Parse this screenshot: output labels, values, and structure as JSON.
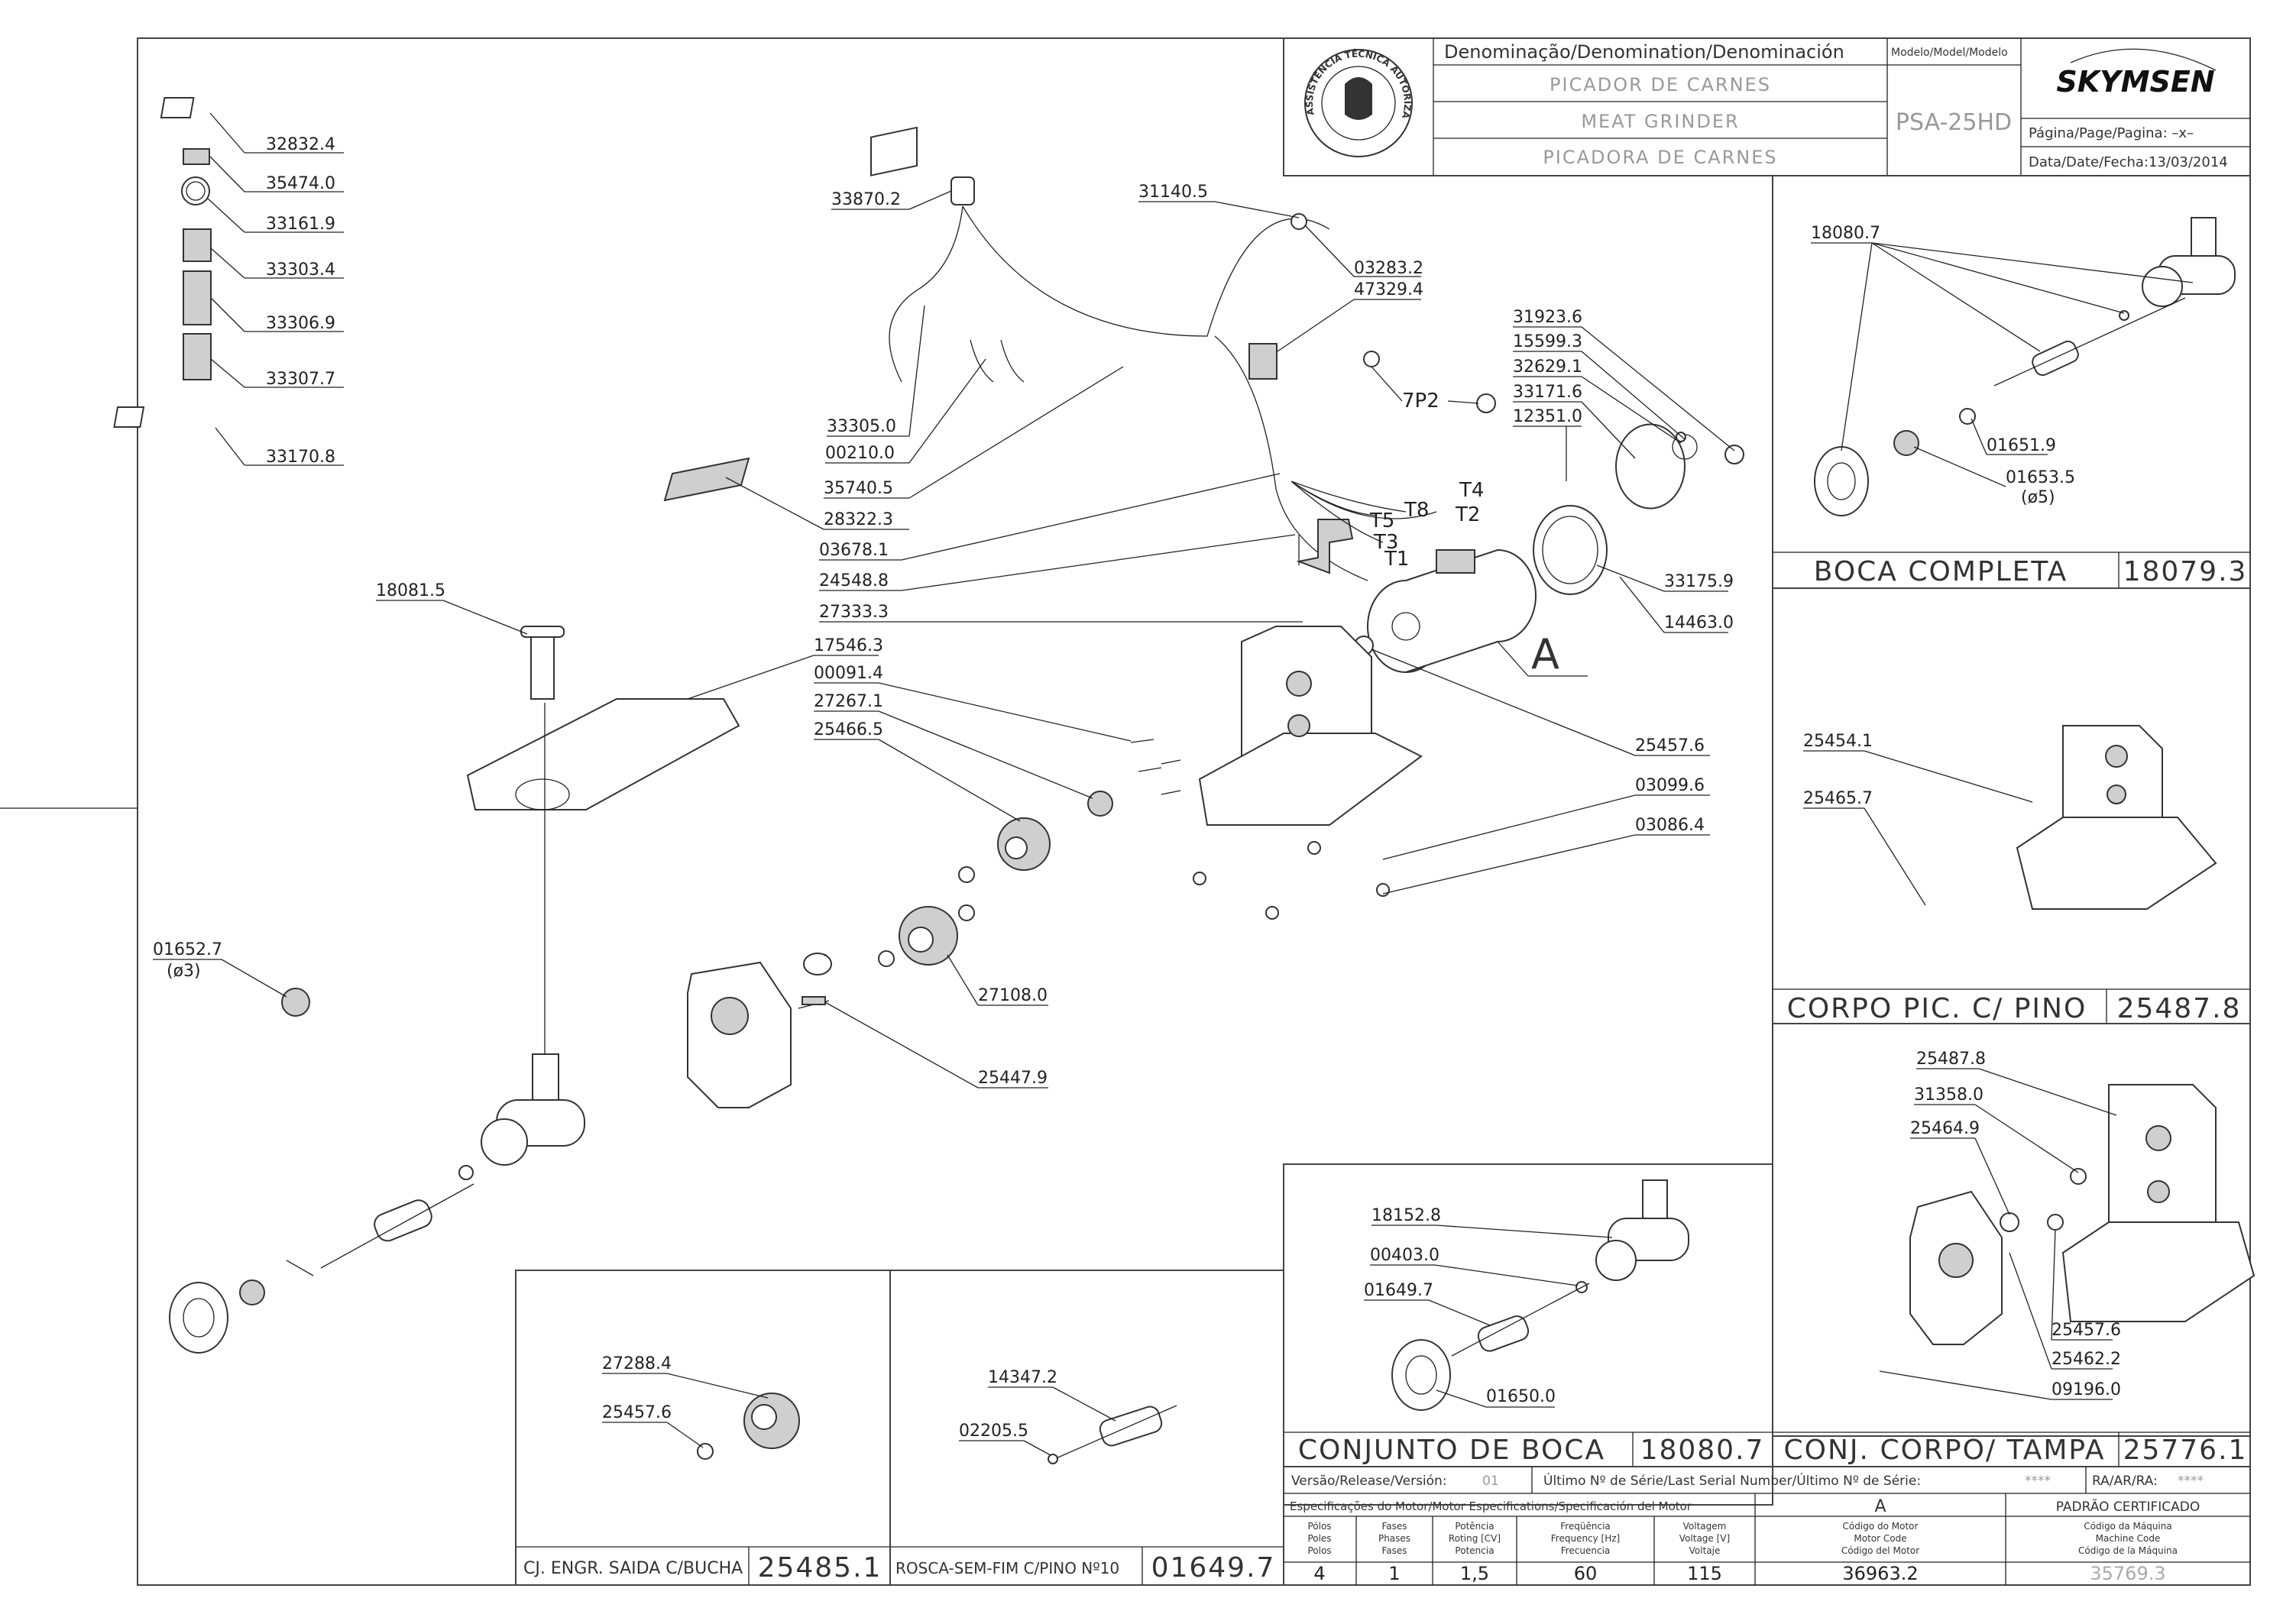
{
  "title_block": {
    "denomination_header": "Denominação/Denomination/Denominación",
    "name_pt": "PICADOR DE CARNES",
    "name_en": "MEAT  GRINDER",
    "name_es": "PICADORA DE CARNES",
    "model_header": "Modelo/Model/Modelo",
    "model": "PSA-25HD",
    "brand": "SKYMSEN",
    "page_label": "Página/Page/Pagina: –x–",
    "date_label": "Data/Date/Fecha:13/03/2014",
    "seal_text": "ASSISTÊNCIA TÉCNICA AUTORIZADA"
  },
  "parts_main": [
    {
      "id": "p01",
      "label": "32832.4"
    },
    {
      "id": "p02",
      "label": "35474.0"
    },
    {
      "id": "p03",
      "label": "33161.9"
    },
    {
      "id": "p04",
      "label": "33303.4"
    },
    {
      "id": "p05",
      "label": "33306.9"
    },
    {
      "id": "p06",
      "label": "33307.7"
    },
    {
      "id": "p07",
      "label": "33170.8"
    },
    {
      "id": "p08",
      "label": "33870.2"
    },
    {
      "id": "p09",
      "label": "31140.5"
    },
    {
      "id": "p10",
      "label": "03283.2"
    },
    {
      "id": "p11",
      "label": "47329.4"
    },
    {
      "id": "p12",
      "label": "31923.6"
    },
    {
      "id": "p13",
      "label": "15599.3"
    },
    {
      "id": "p14",
      "label": "32629.1"
    },
    {
      "id": "p15",
      "label": "33171.6"
    },
    {
      "id": "p16",
      "label": "12351.0"
    },
    {
      "id": "p17",
      "label": "7P2"
    },
    {
      "id": "p18",
      "label": "33305.0"
    },
    {
      "id": "p19",
      "label": "00210.0"
    },
    {
      "id": "p20",
      "label": "35740.5"
    },
    {
      "id": "p21",
      "label": "28322.3"
    },
    {
      "id": "p22",
      "label": "03678.1"
    },
    {
      "id": "p23",
      "label": "24548.8"
    },
    {
      "id": "p24",
      "label": "27333.3"
    },
    {
      "id": "p25",
      "label": "T4"
    },
    {
      "id": "p26",
      "label": "T2"
    },
    {
      "id": "p27",
      "label": "T8"
    },
    {
      "id": "p28",
      "label": "T5"
    },
    {
      "id": "p29",
      "label": "T3"
    },
    {
      "id": "p30",
      "label": "T1"
    },
    {
      "id": "p31",
      "label": "33175.9"
    },
    {
      "id": "p32",
      "label": "14463.0"
    },
    {
      "id": "p33",
      "label": "A"
    },
    {
      "id": "p34",
      "label": "18081.5"
    },
    {
      "id": "p35",
      "label": "17546.3"
    },
    {
      "id": "p36",
      "label": "00091.4"
    },
    {
      "id": "p37",
      "label": "27267.1"
    },
    {
      "id": "p38",
      "label": "25466.5"
    },
    {
      "id": "p39",
      "label": "25457.6"
    },
    {
      "id": "p40",
      "label": "03099.6"
    },
    {
      "id": "p41",
      "label": "03086.4"
    },
    {
      "id": "p42",
      "label": "01652.7"
    },
    {
      "id": "p43",
      "label": "(ø3)"
    },
    {
      "id": "p44",
      "label": "27108.0"
    },
    {
      "id": "p45",
      "label": "25447.9"
    }
  ],
  "boca_completa": {
    "title": "BOCA COMPLETA",
    "code": "18079.3",
    "labels": [
      "18080.7",
      "01651.9",
      "01653.5",
      "(ø5)"
    ]
  },
  "corpo_pic": {
    "title": "CORPO PIC. C/ PINO",
    "code": "25487.8",
    "labels": [
      "25454.1",
      "25465.7"
    ]
  },
  "conj_corpo": {
    "title": "CONJ. CORPO/ TAMPA",
    "code": "25776.1",
    "labels": [
      "25487.8",
      "31358.0",
      "25464.9",
      "25457.6",
      "25462.2",
      "09196.0"
    ]
  },
  "conjunto_boca": {
    "title": "CONJUNTO DE BOCA",
    "code": "18080.7",
    "labels": [
      "18152.8",
      "00403.0",
      "01649.7",
      "01650.0"
    ]
  },
  "cj_engr": {
    "title": "CJ. ENGR. SAIDA C/BUCHA",
    "code": "25485.1",
    "labels": [
      "27288.4",
      "25457.6"
    ]
  },
  "rosca": {
    "title": "ROSCA-SEM-FIM C/PINO Nº10",
    "code": "01649.7",
    "labels": [
      "14347.2",
      "02205.5"
    ]
  },
  "bottom_table": {
    "version_label": "Versão/Release/Versión:",
    "version_value": "01",
    "serial_label": "Último Nº de Série/Last Serial Number/Último Nº de Série:",
    "serial_value": "****",
    "ra_label": "RA/AR/RA:",
    "ra_value": "****",
    "motor_spec_header": "Especificações do Motor/Motor Especifications/Specificación del Motor",
    "motor_col_header": "A",
    "cert_header": "PADRÃO CERTIFICADO",
    "columns": [
      {
        "h1": "Pólos",
        "h2": "Poles",
        "h3": "Polos",
        "value": "4"
      },
      {
        "h1": "Fases",
        "h2": "Phases",
        "h3": "Fases",
        "value": "1"
      },
      {
        "h1": "Potência",
        "h2": "Roting [CV]",
        "h3": "Potencia",
        "value": "1,5"
      },
      {
        "h1": "Freqüência",
        "h2": "Frequency [Hz]",
        "h3": "Frecuencia",
        "value": "60"
      },
      {
        "h1": "Voltagem",
        "h2": "Voltage [V]",
        "h3": "Voltaje",
        "value": "115"
      },
      {
        "h1": "Código do Motor",
        "h2": "Motor Code",
        "h3": "Código del Motor",
        "value": "36963.2"
      },
      {
        "h1": "Código da Máquina",
        "h2": "Machine Code",
        "h3": "Código de la Máquina",
        "value": "35769.3"
      }
    ]
  }
}
